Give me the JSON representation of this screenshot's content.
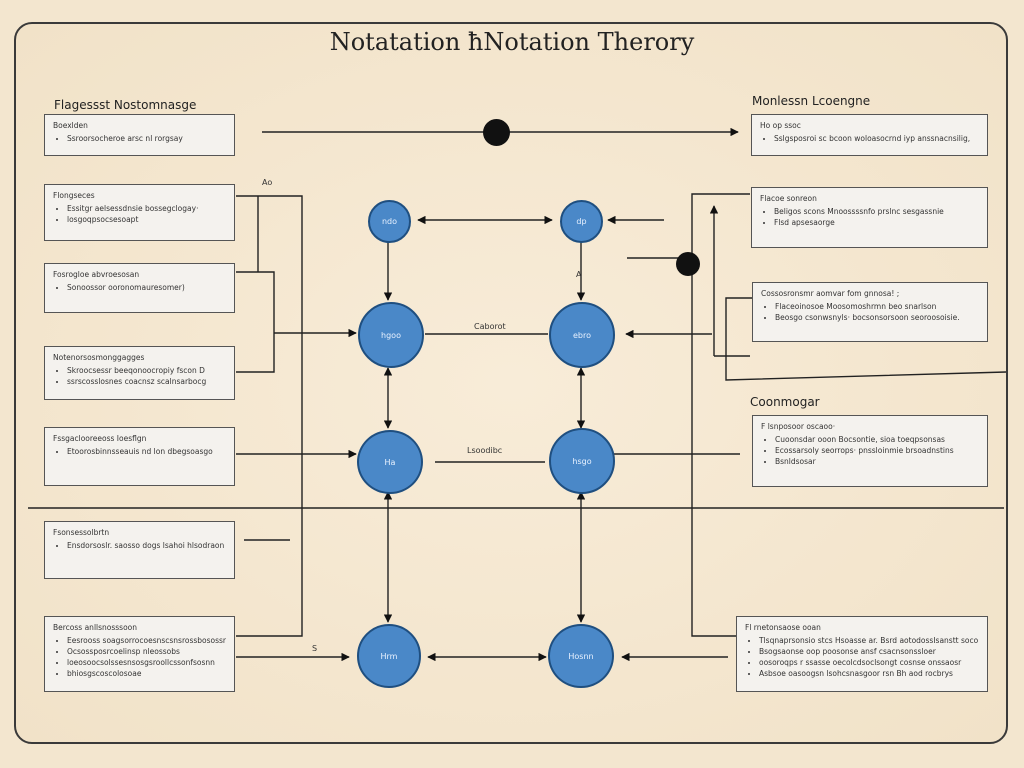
{
  "title": "Notatation ħNotation Therory",
  "left_heading": "Flagessst Nostomnasge",
  "right_heading": "Monlessn Lcoengne",
  "right_mid_heading": "Coonmogar",
  "left_boxes": [
    {
      "title": "Boexlden",
      "items": [
        "Ssroorsocheroe arsc nl rorgsay"
      ]
    },
    {
      "title": "Flongseces",
      "items": [
        "Essitgr aelsessdnsie bossegclogay·",
        "losgoqpsocsesoapt"
      ]
    },
    {
      "title": "Fosrogloe abvroesosan",
      "items": [
        "Sonoossor ooronomauresomer)"
      ]
    },
    {
      "title": "Notenorsosmonggagges",
      "items": [
        "Skroocsessr beeqonoocropiy fscon D",
        "ssrscosslosnes coacnsz scalnsarbocg"
      ]
    },
    {
      "title": "Fssgaclooreeoss Ioesflgn",
      "items": [
        "Etoorosbinnsseauis nd lon dbegsoasgo"
      ]
    },
    {
      "title": "Fsonsessolbrtn",
      "items": [
        "Ensdorsoslr. saosso dogs lsahoi hlsodraon"
      ]
    },
    {
      "title": "Bercoss anllsnosssoon",
      "items": [
        "Eesrooss soagsorrocoesnscsnsrossbosossr",
        "Ocsossposrcoelinsp nleossobs",
        "loeosoocsolssesnsosgsroollcssonfsosnn",
        "bhiosgscoscolosoae"
      ]
    }
  ],
  "right_boxes": [
    {
      "title": "Ho op ssoc",
      "items": [
        "Sslgsposroi sc bcoon woloasocrnd  iyp anssnacnsilig,"
      ]
    },
    {
      "title": "Flacoe sonreon",
      "items": [
        "Beligos scons Mnoossssnfo prslnc sesgassnie",
        "Flsd apsesaorge"
      ]
    },
    {
      "title": "Cossosronsmr aomvar fom gnnosa!  ;",
      "items": [
        "Flaceoinosoe Moosomoshrmn beo snarlson",
        "Beosgo csonwsnyls· bocsonsorsoon seoroosoisie."
      ]
    },
    {
      "title": "F lsnposoor oscaoo·  ",
      "items": [
        "Cuoonsdar ooon Bocsontie, sioa toeqpsonsas",
        "Ecossarsoly seorrops· pnssloinmie brsoadnstins",
        "Bsnldsosar"
      ]
    },
    {
      "title": "Fl rnetonsaose ooan",
      "items": [
        "Tlsqnaprsonsio stcs Hsoasse ar. Bsrd aotodossIsanstt soco",
        "Bsogsaonse oop poosonse ansf csacnsonssloer",
        "oosoroqps r ssasse oecolcdsoclsongt cosnse onssaosr",
        "Asbsoe oasoogsn lsohcsnasgoor rsn  Bh aod rocbrys"
      ]
    }
  ],
  "nodes": [
    "ndo",
    "dp",
    "hgoo",
    "ebro",
    "Ha",
    "hsgo",
    "Hrm",
    "Hosnn"
  ],
  "edge_labels": [
    "Ao",
    "Caborot",
    "Lsoodibc",
    "A",
    "S"
  ]
}
